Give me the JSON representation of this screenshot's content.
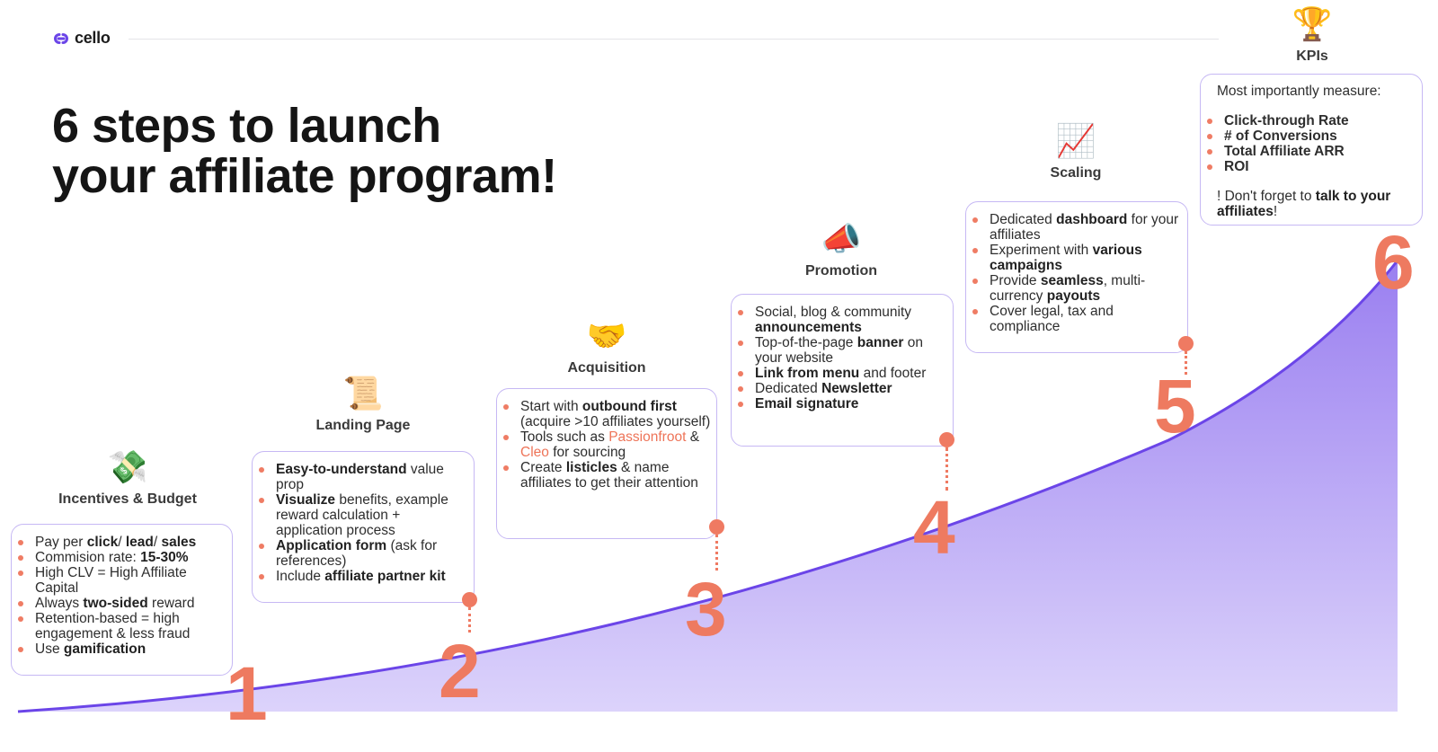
{
  "brand": {
    "name": "cello"
  },
  "title": {
    "line1": "6 steps to launch",
    "line2": "your affiliate program!"
  },
  "colors": {
    "accent": "#ee7a60",
    "curve_line": "#6b45e8",
    "fill_top": "#9a7ff0",
    "fill_bottom": "#dcd3fb",
    "box_border": "#c6b8f4"
  },
  "steps": [
    {
      "number": "1",
      "icon": "money-with-wings-icon",
      "emoji": "💸",
      "title": "Incentives & Budget",
      "bullets": [
        [
          {
            "t": "Pay per "
          },
          {
            "t": "click",
            "b": true
          },
          {
            "t": "/ "
          },
          {
            "t": "lead",
            "b": true
          },
          {
            "t": "/ "
          },
          {
            "t": "sales",
            "b": true
          }
        ],
        [
          {
            "t": "Commision rate: "
          },
          {
            "t": "15-30%",
            "b": true
          }
        ],
        [
          {
            "t": "High CLV = High Affiliate Capital"
          }
        ],
        [
          {
            "t": "Always "
          },
          {
            "t": "two-sided",
            "b": true
          },
          {
            "t": " reward"
          }
        ],
        [
          {
            "t": "Retention-based = high engagement & less fraud"
          }
        ],
        [
          {
            "t": "Use "
          },
          {
            "t": "gamification",
            "b": true
          }
        ]
      ]
    },
    {
      "number": "2",
      "icon": "scroll-icon",
      "emoji": "📜",
      "title": "Landing Page",
      "bullets": [
        [
          {
            "t": "Easy-to-understand",
            "b": true
          },
          {
            "t": " value prop"
          }
        ],
        [
          {
            "t": "Visualize",
            "b": true
          },
          {
            "t": " benefits, example reward calculation  + application process"
          }
        ],
        [
          {
            "t": "Application form",
            "b": true
          },
          {
            "t": " (ask for references)"
          }
        ],
        [
          {
            "t": "Include "
          },
          {
            "t": "affiliate partner kit",
            "b": true
          }
        ]
      ]
    },
    {
      "number": "3",
      "icon": "handshake-icon",
      "emoji": "🤝",
      "title": "Acquisition",
      "bullets": [
        [
          {
            "t": "Start with "
          },
          {
            "t": "outbound first",
            "b": true
          },
          {
            "t": " (acquire >10 affiliates yourself)"
          }
        ],
        [
          {
            "t": "Tools such as "
          },
          {
            "t": "Passionfroot",
            "hl": true
          },
          {
            "t": " & "
          },
          {
            "t": "Cleo",
            "hl": true
          },
          {
            "t": " for sourcing"
          }
        ],
        [
          {
            "t": "Create "
          },
          {
            "t": "listicles",
            "b": true
          },
          {
            "t": " & name affiliates to get their attention"
          }
        ]
      ]
    },
    {
      "number": "4",
      "icon": "megaphone-icon",
      "emoji": "📣",
      "title": "Promotion",
      "bullets": [
        [
          {
            "t": "Social, blog & community "
          },
          {
            "t": "announcements",
            "b": true
          }
        ],
        [
          {
            "t": "Top-of-the-page "
          },
          {
            "t": "banner",
            "b": true
          },
          {
            "t": " on your website"
          }
        ],
        [
          {
            "t": "Link from menu",
            "b": true
          },
          {
            "t": " and footer"
          }
        ],
        [
          {
            "t": "Dedicated "
          },
          {
            "t": "Newsletter",
            "b": true
          }
        ],
        [
          {
            "t": "Email signature",
            "b": true
          }
        ]
      ]
    },
    {
      "number": "5",
      "icon": "chart-increasing-icon",
      "emoji": "📈",
      "title": "Scaling",
      "bullets": [
        [
          {
            "t": "Dedicated "
          },
          {
            "t": "dashboard",
            "b": true
          },
          {
            "t": " for your affiliates"
          }
        ],
        [
          {
            "t": "Experiment with "
          },
          {
            "t": "various campaigns",
            "b": true
          }
        ],
        [
          {
            "t": "Provide "
          },
          {
            "t": "seamless",
            "b": true
          },
          {
            "t": ", multi-currency "
          },
          {
            "t": "payouts",
            "b": true
          }
        ],
        [
          {
            "t": "Cover legal, tax and compliance"
          }
        ]
      ]
    },
    {
      "number": "6",
      "icon": "trophy-icon",
      "emoji": "🏆",
      "title": "KPIs",
      "lead": "Most importantly measure:",
      "bullets": [
        [
          {
            "t": "Click-through Rate"
          }
        ],
        [
          {
            "t": "# of Conversions"
          }
        ],
        [
          {
            "t": "Total Affiliate ARR"
          }
        ],
        [
          {
            "t": "ROI"
          }
        ]
      ],
      "footer": [
        {
          "t": "! Don't forget to "
        },
        {
          "t": "talk to your affiliates",
          "b": true
        },
        {
          "t": "!"
        }
      ]
    }
  ]
}
